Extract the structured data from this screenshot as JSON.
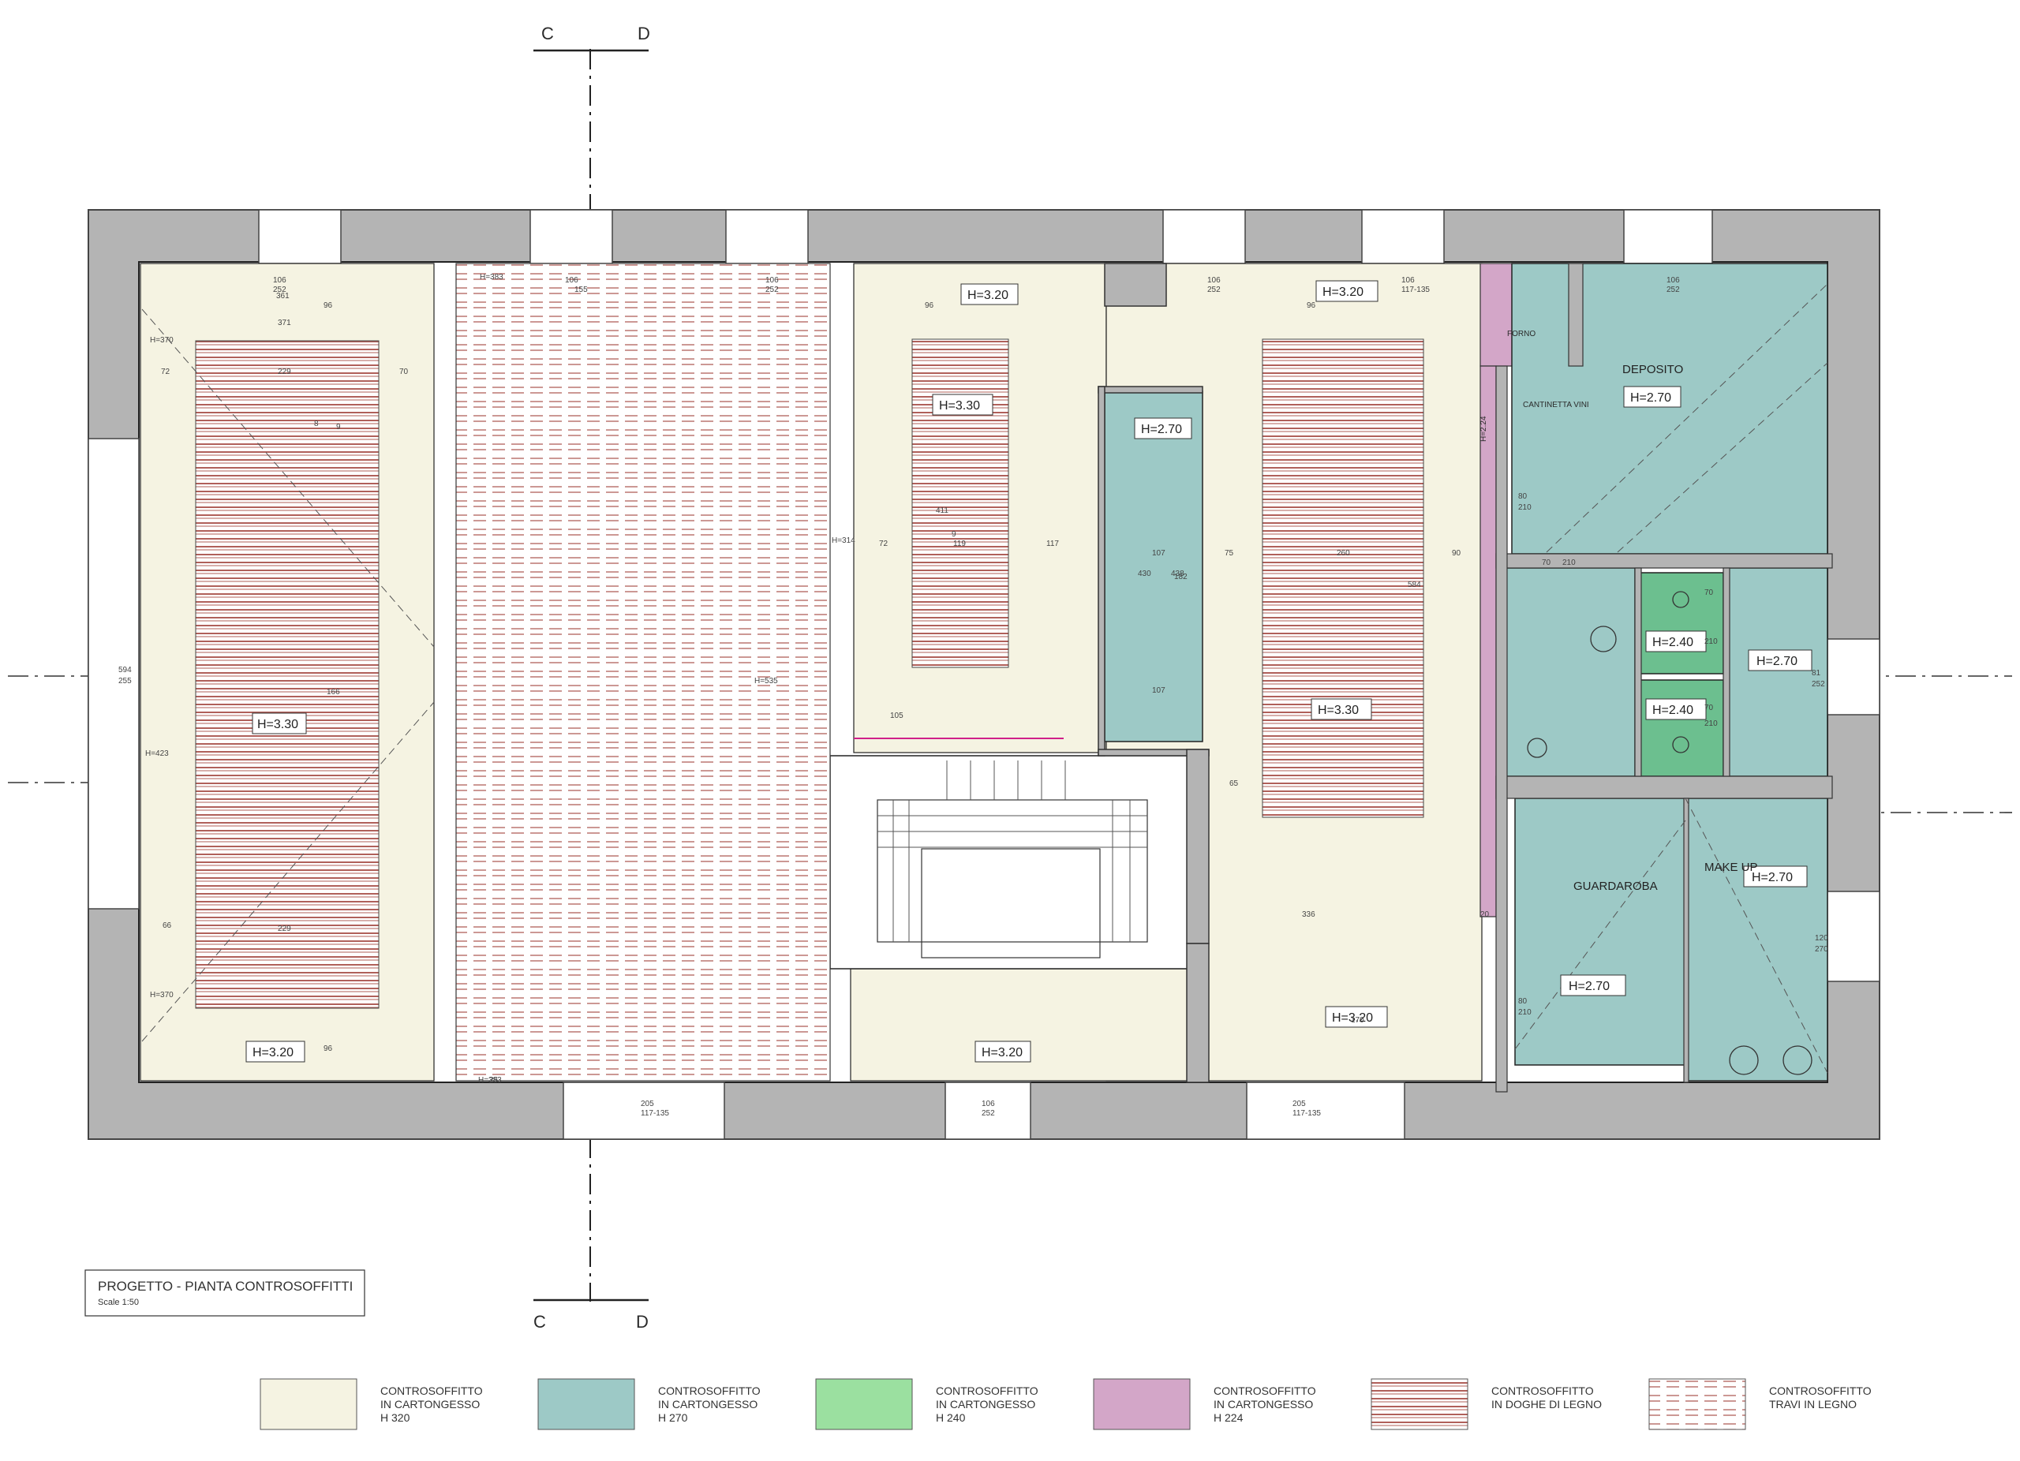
{
  "section_marks": {
    "left": "C",
    "right": "D"
  },
  "title": {
    "main": "PROGETTO - PIANTA  CONTROSOFFITTI",
    "scale": "Scale 1:50"
  },
  "rooms": {
    "deposito": "DEPOSITO",
    "forno": "FORNO",
    "cantinetta": "CANTINETTA VINI",
    "guardaroba": "GUARDAROBA",
    "make_up": "MAKE UP"
  },
  "heights": {
    "h320": "H=3.20",
    "h330": "H=3.30",
    "h270": "H=2.70",
    "h240": "H=2.40",
    "h224": "H=2.24"
  },
  "dims": {
    "h370": "H=370",
    "h383": "H=383",
    "h423": "H=423",
    "h314": "H=314",
    "h535": "H=535",
    "d106": "106",
    "d252": "252",
    "d361": "361",
    "d371": "371",
    "d96": "96",
    "d72": "72",
    "d70": "70",
    "d229": "229",
    "d66": "66",
    "d594": "594",
    "d255": "255",
    "d117": "117",
    "d119": "119",
    "d107": "107",
    "d430": "430",
    "d438": "438",
    "d182": "182",
    "d75": "75",
    "d90": "90",
    "d65": "65",
    "d105": "105",
    "d336": "336",
    "d170": "170",
    "d20": "20",
    "d80": "80",
    "d210": "210",
    "d120": "120",
    "d270": "270",
    "d81": "81",
    "d205": "205",
    "d117_135": "117-135",
    "d155": "155",
    "d411": "411",
    "d260": "260",
    "d584": "584",
    "d166": "166",
    "d25": "25",
    "d9": "9",
    "d8": "8"
  },
  "legend": [
    {
      "line1": "CONTROSOFFITTO",
      "line2": "IN CARTONGESSO",
      "line3": "H 320",
      "color": "#f5f3e2",
      "pattern": "solid"
    },
    {
      "line1": "CONTROSOFFITTO",
      "line2": "IN CARTONGESSO",
      "line3": "H 270",
      "color": "#9dc9c6",
      "pattern": "solid"
    },
    {
      "line1": "CONTROSOFFITTO",
      "line2": "IN CARTONGESSO",
      "line3": "H 240",
      "color": "#9be0a0",
      "pattern": "solid"
    },
    {
      "line1": "CONTROSOFFITTO",
      "line2": "IN CARTONGESSO",
      "line3": "H 224",
      "color": "#d3a6c8",
      "pattern": "solid"
    },
    {
      "line1": "CONTROSOFFITTO",
      "line2": "IN DOGHE DI LEGNO",
      "line3": "",
      "color": "#b0605a",
      "pattern": "doghe"
    },
    {
      "line1": "CONTROSOFFITTO",
      "line2": "TRAVI IN LEGNO",
      "line3": "",
      "color": "#b0605a",
      "pattern": "travi"
    }
  ],
  "colors": {
    "wall": "#b4b4b4",
    "cream": "#f5f3e2",
    "teal": "#9dc9c6",
    "green": "#6cbf8f",
    "pink": "#d3a6c8",
    "wood_line": "#b0605a",
    "magenta": "#d0208a"
  }
}
